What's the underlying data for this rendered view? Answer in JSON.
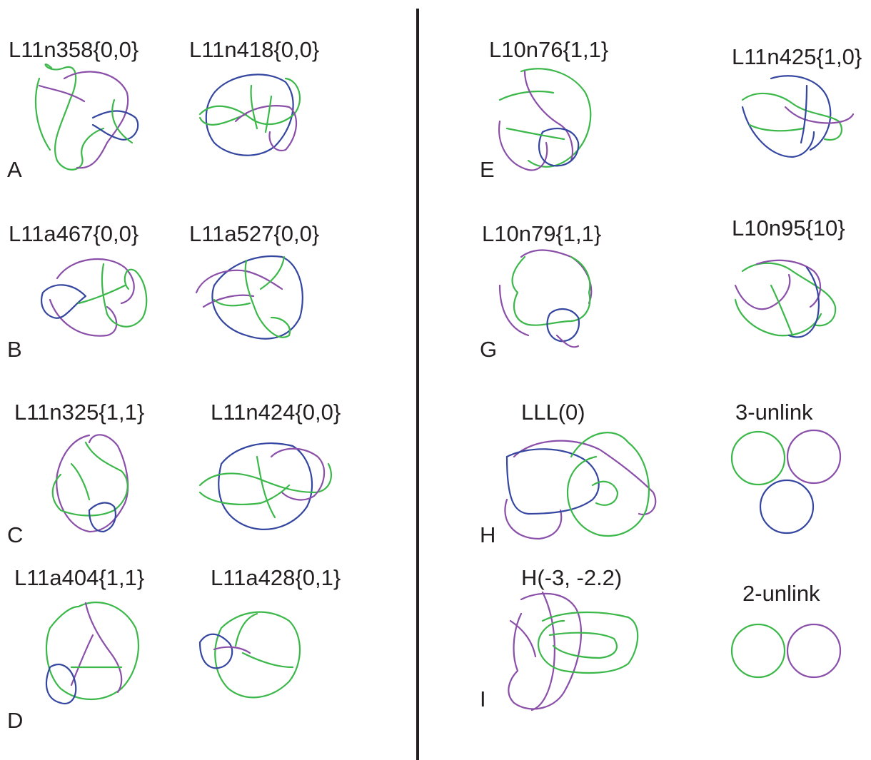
{
  "colors": {
    "green": "#3cb84a",
    "purple": "#8a4fa8",
    "blue": "#3446a0",
    "text": "#231f20",
    "divider": "#231f20"
  },
  "rows": [
    {
      "letter": "A",
      "left": "L11n358{0,0}",
      "right": "L11n418{0,0}"
    },
    {
      "letter": "B",
      "left": "L11a467{0,0}",
      "right": "L11a527{0,0}"
    },
    {
      "letter": "C",
      "left": "L11n325{1,1}",
      "right": "L11n424{0,0}"
    },
    {
      "letter": "D",
      "left": "L11a404{1,1}",
      "right": "L11a428{0,1}"
    },
    {
      "letter": "E",
      "left": "L10n76{1,1}",
      "right": "L11n425{1,0}"
    },
    {
      "letter": "G",
      "left": "L10n79{1,1}",
      "right": "L10n95{10}"
    },
    {
      "letter": "H",
      "left": "LLL(0)",
      "right": "3-unlink"
    },
    {
      "letter": "I",
      "left": "H(-3, -2.2)",
      "right": "2-unlink"
    }
  ]
}
